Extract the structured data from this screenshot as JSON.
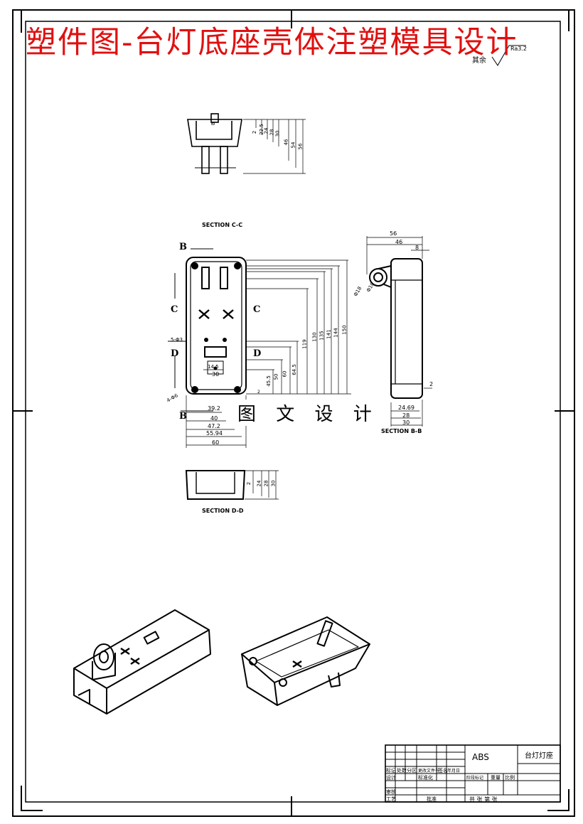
{
  "title": "塑件图-台灯底座壳体注塑模具设计",
  "watermark": "图 文 设 计",
  "roughness": {
    "prefix": "其余",
    "value": "Ra3.2"
  },
  "sections": {
    "cc": "SECTION C-C",
    "dd": "SECTION D-D",
    "bb": "SECTION B-B"
  },
  "cut_letters": {
    "b": "B",
    "c": "C",
    "d": "D"
  },
  "dims_top": [
    "8",
    "2",
    "22.5",
    "24",
    "28",
    "30",
    "46",
    "54",
    "56"
  ],
  "dims_main_vertical": [
    "150",
    "144",
    "141",
    "135",
    "130",
    "119",
    "64.5",
    "60",
    "50",
    "45.5"
  ],
  "dims_main_bottom": [
    "39.2",
    "40",
    "47.2",
    "55.94",
    "60"
  ],
  "dims_main_misc": [
    "4-Φ6",
    "5-Φ3",
    "14.5",
    "30",
    "2"
  ],
  "dims_side": [
    "56",
    "46",
    "8",
    "Φ18",
    "Φ10",
    "2",
    "24.69",
    "28",
    "30"
  ],
  "dims_dd": [
    "2",
    "24",
    "28",
    "30"
  ],
  "title_block": {
    "material": "ABS",
    "part_name": "台灯灯座",
    "labels": [
      "标记",
      "处数",
      "分区",
      "更改文件号",
      "签名",
      "年月日",
      "设计",
      "标准化",
      "审核",
      "工艺",
      "批准",
      "阶段标记",
      "重量",
      "比例"
    ],
    "sheet": "共 张 第 张"
  }
}
